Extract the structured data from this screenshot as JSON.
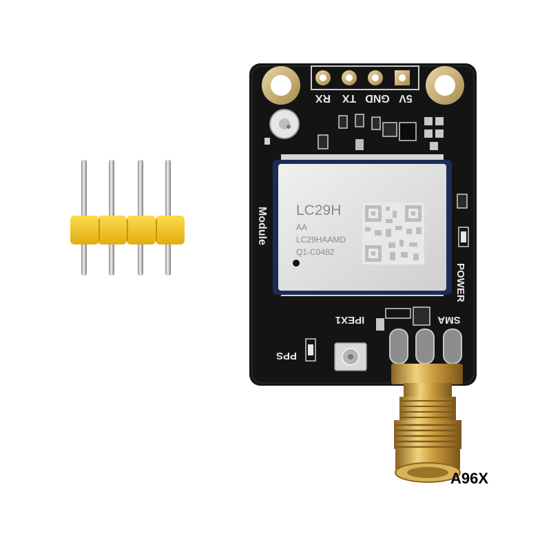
{
  "photo": {
    "model_label": "A96X",
    "board": {
      "pin_labels": [
        "RX",
        "TX",
        "GND",
        "5V"
      ],
      "module_label": "Module",
      "power_label": "POWER",
      "sma_label": "SMA",
      "ipex_label": "IPEX1",
      "pps_label": "PPS"
    },
    "chip": {
      "line1": "LC29H",
      "line2": "AA",
      "line3": "LC29HAAMD",
      "line4": "Q1-C0482"
    },
    "colors": {
      "background": "#ffffff",
      "pcb": "#141414",
      "silkscreen": "#e8e8e8",
      "shield": "#dcdcdc",
      "gold": "#c9a24a",
      "header_plastic": "#f3c623",
      "pin_metal": "#b8b8b8"
    }
  }
}
